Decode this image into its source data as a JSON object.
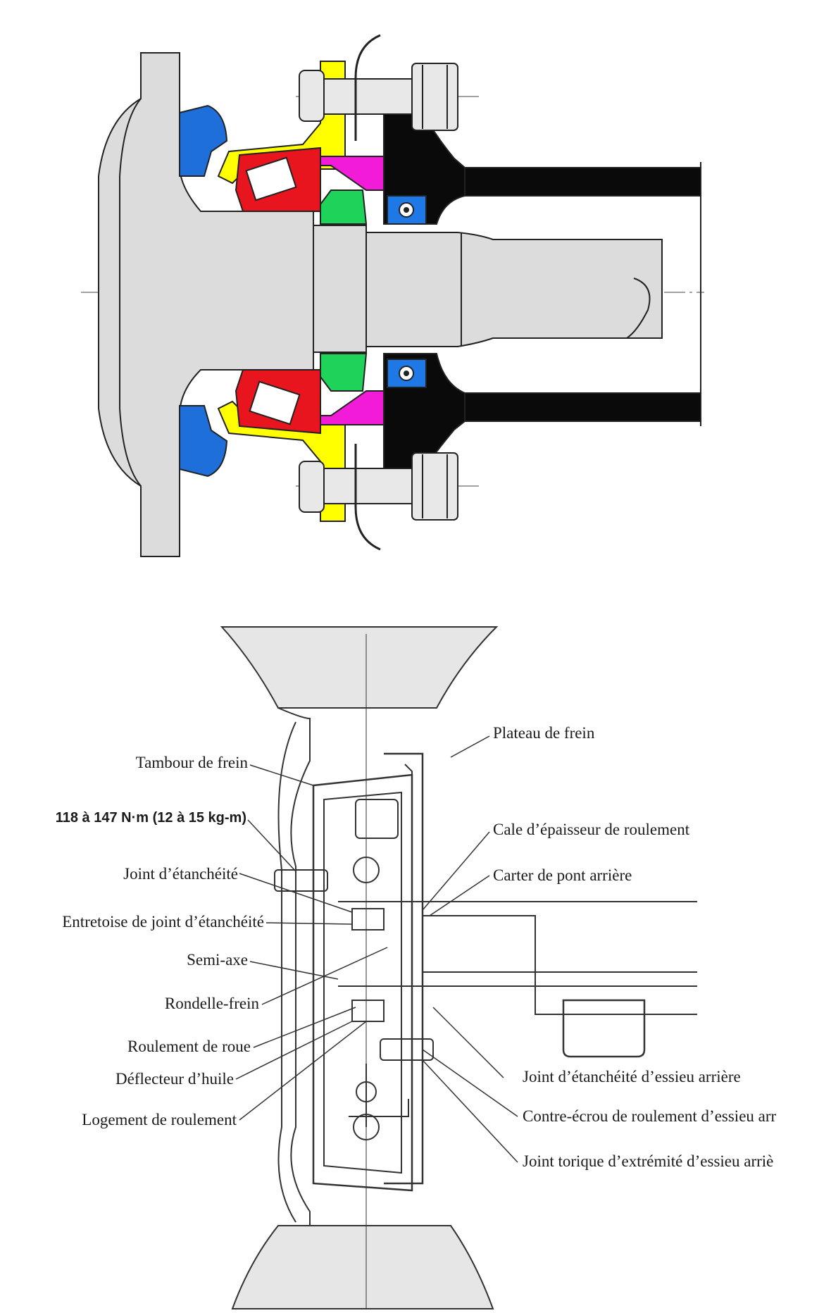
{
  "colors": {
    "seal_blue": "#1e6fd9",
    "housing_yellow": "#ffff00",
    "bearing_red": "#e8141e",
    "inner_race_magenta": "#f21bd7",
    "spacer_green": "#1fd25a",
    "oring_blue": "#1e78e6",
    "shaft_grey": "#dcdcdc",
    "casing_black": "#0a0a0a",
    "line": "#222222"
  },
  "labels": {
    "plateau": "Plateau de frein",
    "tambour": "Tambour de frein",
    "torque": "118 à 147 N·m (12 à 15 kg-m)",
    "cale": "Cale d’épaisseur de roulement",
    "joint": "Joint d’étanchéité",
    "carter": "Carter de pont arrière",
    "entretoise": "Entretoise de joint d’étanchéité",
    "semi_axe": "Semi-axe",
    "rondelle": "Rondelle-frein",
    "roulement": "Roulement de roue",
    "deflecteur": "Déflecteur d’huile",
    "logement": "Logement de roulement",
    "joint_essieu": "Joint d’étanchéité d’essieu arrière",
    "contre_ecrou": "Contre-écrou de roulement d’essieu arr",
    "joint_torique": "Joint torique d’extrémité d’essieu arriè"
  }
}
